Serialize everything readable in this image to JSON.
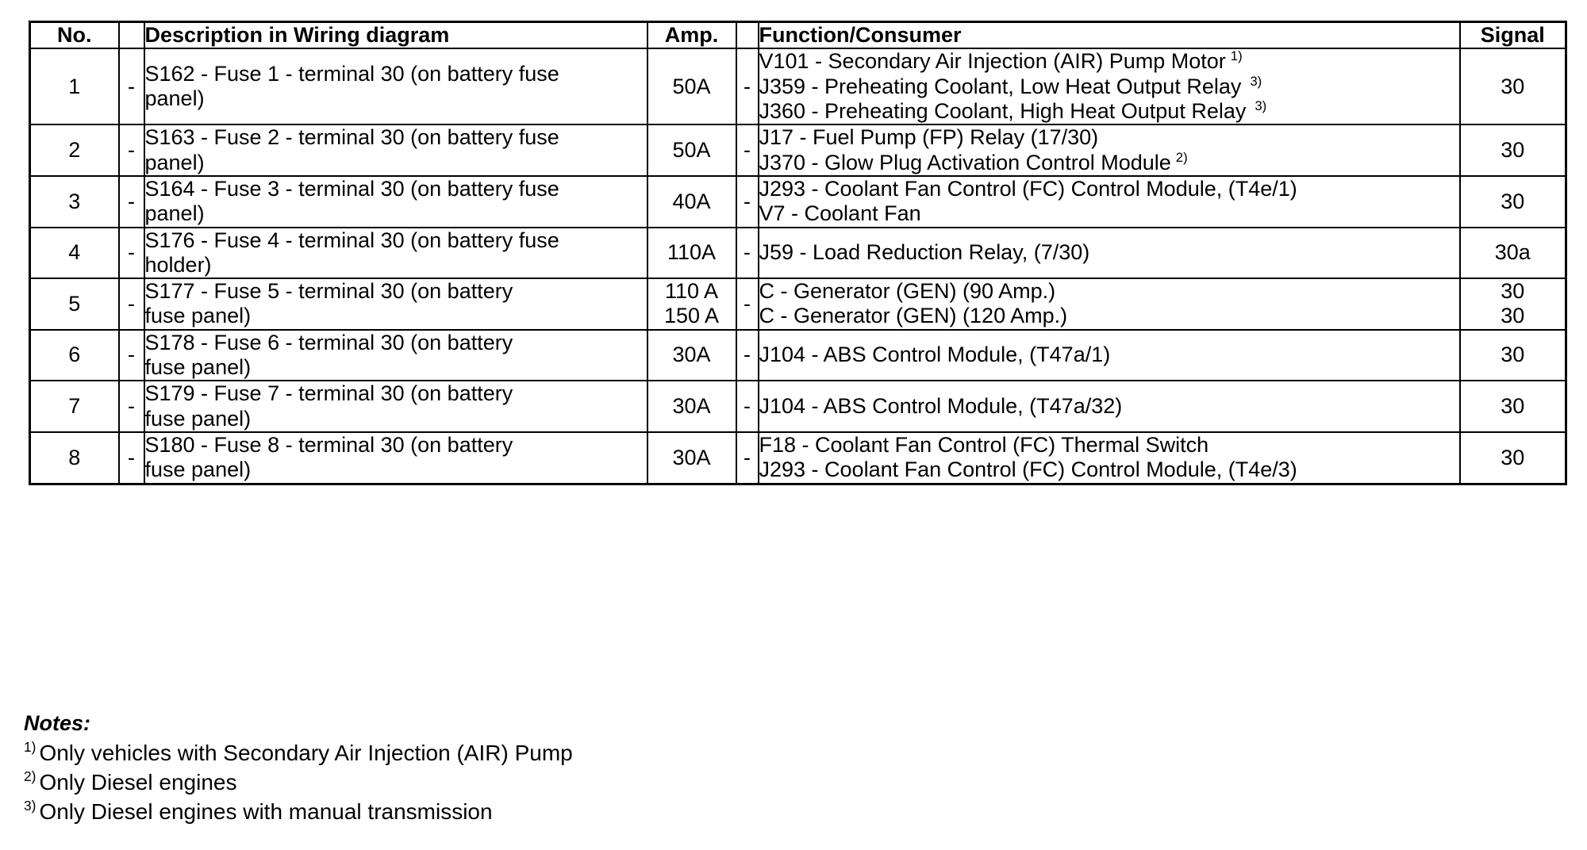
{
  "table": {
    "headers": {
      "no": "No.",
      "dash1": "",
      "description": "Description in Wiring diagram",
      "amp": "Amp.",
      "dash2": "",
      "function": "Function/Consumer",
      "signal": "Signal"
    },
    "dash": "-",
    "rows": [
      {
        "no": "1",
        "description_lines": [
          "S162 - Fuse 1 - terminal 30 (on battery fuse",
          "panel)"
        ],
        "amp_lines": [
          "50A"
        ],
        "function_lines": [
          {
            "text": "V101 - Secondary Air Injection (AIR) Pump Motor",
            "note": "1)",
            "note_gap": false
          },
          {
            "text": "J359 - Preheating Coolant, Low Heat Output Relay",
            "note": "3)",
            "note_gap": true
          },
          {
            "text": "J360 - Preheating Coolant, High Heat Output Relay",
            "note": "3)",
            "note_gap": true
          }
        ],
        "signal_lines": [
          "30"
        ]
      },
      {
        "no": "2",
        "description_lines": [
          "S163 - Fuse 2 - terminal 30 (on battery fuse",
          "panel)"
        ],
        "amp_lines": [
          "50A"
        ],
        "function_lines": [
          {
            "text": "J17 - Fuel Pump (FP) Relay (17/30)",
            "note": "",
            "note_gap": false
          },
          {
            "text": "J370 - Glow Plug Activation Control Module",
            "note": "2)",
            "note_gap": false
          }
        ],
        "signal_lines": [
          "30"
        ]
      },
      {
        "no": "3",
        "description_lines": [
          "S164 - Fuse 3 - terminal 30 (on battery fuse",
          "panel)"
        ],
        "amp_lines": [
          "40A"
        ],
        "function_lines": [
          {
            "text": "J293 - Coolant Fan Control (FC) Control Module, (T4e/1)",
            "note": "",
            "note_gap": false
          },
          {
            "text": "V7 - Coolant Fan",
            "note": "",
            "note_gap": false
          }
        ],
        "signal_lines": [
          "30"
        ]
      },
      {
        "no": "4",
        "description_lines": [
          "S176 - Fuse 4 - terminal 30 (on battery fuse",
          "holder)"
        ],
        "amp_lines": [
          "110A"
        ],
        "function_lines": [
          {
            "text": "J59 -  Load Reduction Relay, (7/30)",
            "note": "",
            "note_gap": false
          }
        ],
        "signal_lines": [
          "30a"
        ]
      },
      {
        "no": "5",
        "description_lines": [
          "S177 -  Fuse 5 - terminal 30 (on battery",
          "fuse panel)"
        ],
        "amp_lines": [
          "110 A",
          "150 A"
        ],
        "function_lines": [
          {
            "text": "C - Generator (GEN) (90 Amp.)",
            "note": "",
            "note_gap": false
          },
          {
            "text": "C - Generator (GEN) (120 Amp.)",
            "note": "",
            "note_gap": false
          }
        ],
        "signal_lines": [
          "30",
          "30"
        ]
      },
      {
        "no": "6",
        "description_lines": [
          "S178 -  Fuse 6 - terminal 30 (on battery",
          "fuse panel)"
        ],
        "amp_lines": [
          "30A"
        ],
        "function_lines": [
          {
            "text": "J104 - ABS Control Module, (T47a/1)",
            "note": "",
            "note_gap": false
          }
        ],
        "signal_lines": [
          "30"
        ]
      },
      {
        "no": "7",
        "description_lines": [
          "S179 -  Fuse 7 - terminal 30 (on battery",
          "fuse panel)"
        ],
        "amp_lines": [
          "30A"
        ],
        "function_lines": [
          {
            "text": "J104 - ABS Control Module, (T47a/32)",
            "note": "",
            "note_gap": false
          }
        ],
        "signal_lines": [
          "30"
        ]
      },
      {
        "no": "8",
        "description_lines": [
          "S180 -  Fuse 8 - terminal 30 (on battery",
          "fuse panel)"
        ],
        "amp_lines": [
          "30A"
        ],
        "function_lines": [
          {
            "text": "F18 - Coolant Fan Control (FC) Thermal Switch",
            "note": "",
            "note_gap": false
          },
          {
            "text": "J293 -  Coolant Fan Control (FC) Control Module, (T4e/3)",
            "note": "",
            "note_gap": false
          }
        ],
        "signal_lines": [
          "30"
        ]
      }
    ]
  },
  "notes": {
    "title": "Notes:",
    "items": [
      {
        "marker": "1)",
        "text": "Only vehicles with Secondary Air Injection (AIR) Pump"
      },
      {
        "marker": "2)",
        "text": "Only Diesel engines"
      },
      {
        "marker": "3)",
        "text": "Only Diesel engines with manual transmission"
      }
    ]
  },
  "colors": {
    "background": "#ffffff",
    "text": "#000000",
    "border": "#000000"
  }
}
